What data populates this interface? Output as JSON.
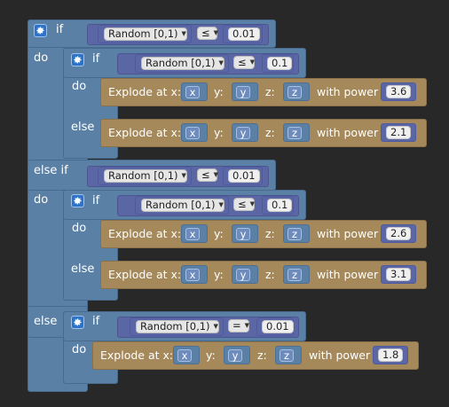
{
  "keywords": {
    "if": "if",
    "do": "do",
    "else_if": "else if",
    "else": "else"
  },
  "operators": {
    "le": "≤",
    "eq": "="
  },
  "random_label": "Random [0,1)",
  "dropdown_arrow": "▼",
  "explode": {
    "label_x": "Explode at x:",
    "label_y": "y:",
    "label_z": "z:",
    "label_power": "with power",
    "var_x": "x",
    "var_y": "y",
    "var_z": "z"
  },
  "outer_if": {
    "cond1_value": "0.01",
    "cond2_value": "0.01",
    "cond3_value": "0.01"
  },
  "inner_if_1": {
    "cond_value": "0.1",
    "do_power": "3.6",
    "else_power": "2.1"
  },
  "inner_if_2": {
    "cond_value": "0.1",
    "do_power": "2.6",
    "else_power": "3.1"
  },
  "inner_if_3": {
    "do_power": "1.8"
  },
  "colors": {
    "logic_block": "#5b80a5",
    "math_block": "#5b67a5",
    "action_block": "#a5895b",
    "background": "#282828"
  },
  "icons": {
    "mutator": "gear-icon"
  }
}
